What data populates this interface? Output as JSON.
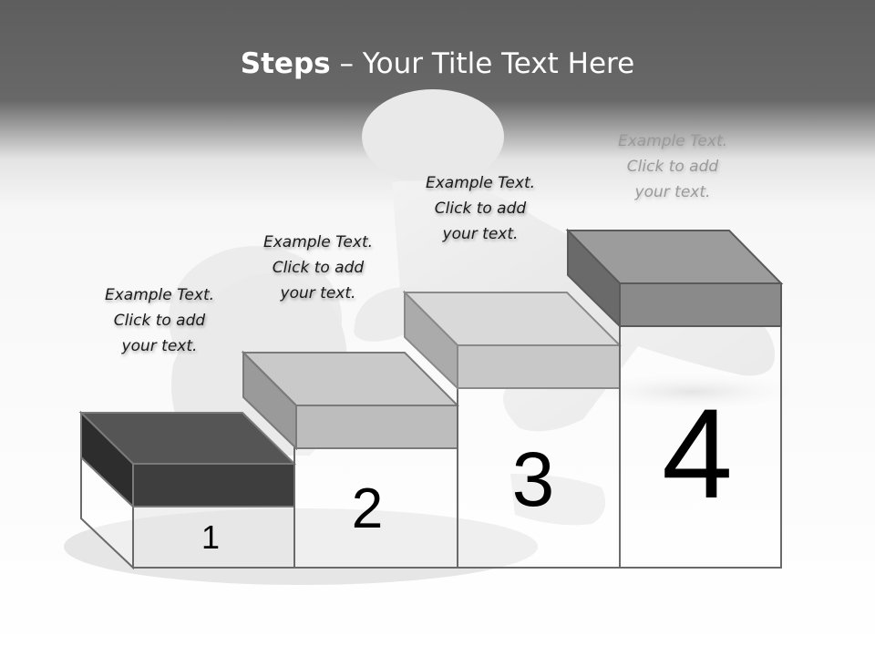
{
  "title": {
    "bold": "Steps",
    "rest": " – Your Title Text Here"
  },
  "steps": [
    {
      "number": "1",
      "lines": [
        "Example Text.",
        "Click  to add",
        "your text."
      ],
      "lid_color": "#4a4a4a"
    },
    {
      "number": "2",
      "lines": [
        "Example Text.",
        "Click  to add",
        "your text."
      ],
      "lid_color": "#c2c2c2"
    },
    {
      "number": "3",
      "lines": [
        "Example Text.",
        "Click  to add",
        "your text."
      ],
      "lid_color": "#d2d2d2"
    },
    {
      "number": "4",
      "lines": [
        "Example Text.",
        "Click  to add",
        "your text."
      ],
      "lid_color": "#8a8a8a"
    }
  ]
}
